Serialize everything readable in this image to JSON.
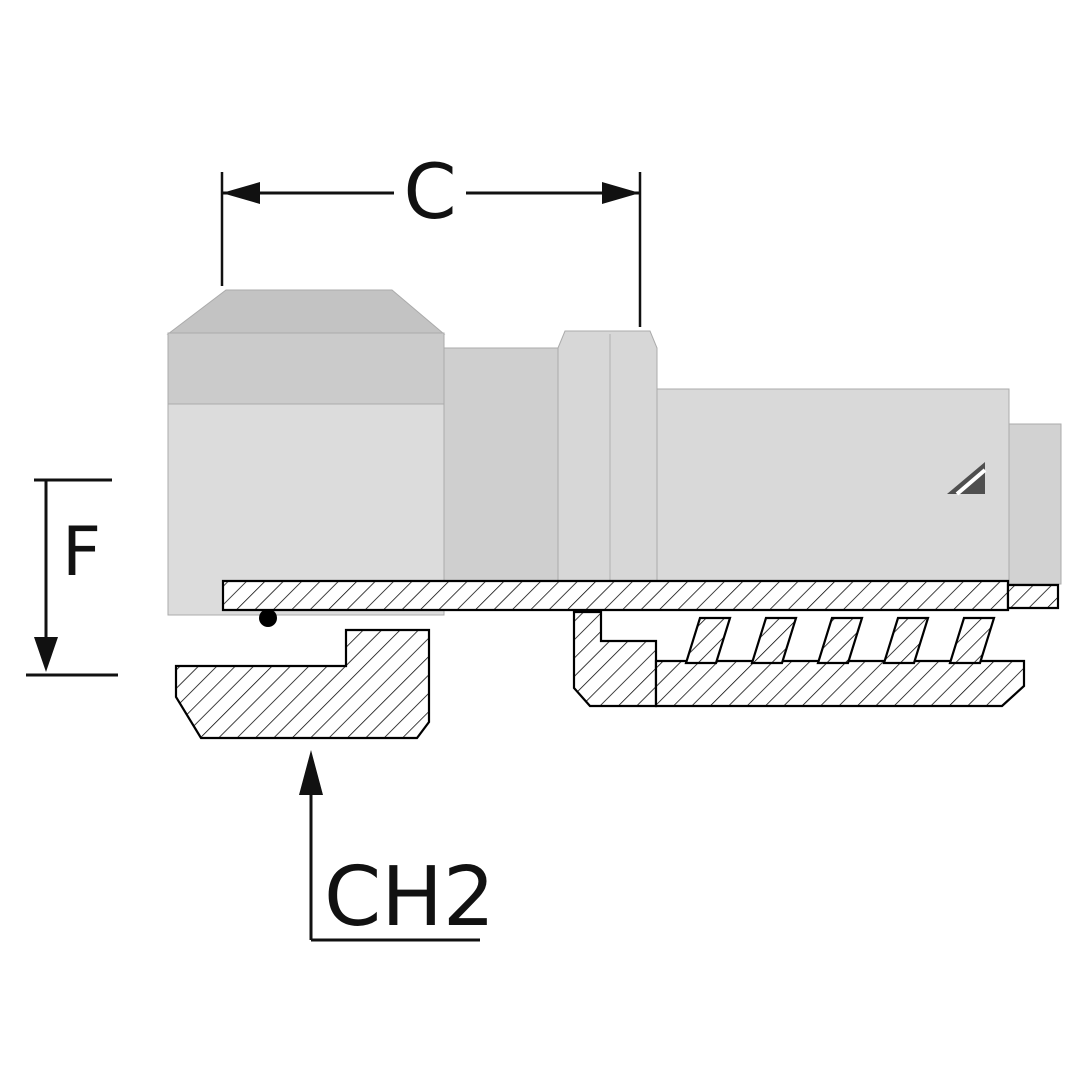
{
  "diagram": {
    "kind": "hydraulic-fitting-section-drawing",
    "dimension_labels": {
      "c": "C",
      "f": "F",
      "ch2": "CH2"
    },
    "colors": {
      "background": "#ffffff",
      "outline": "#000000",
      "dimension": "#111111",
      "body_light": "#dcdcdc",
      "body_mid": "#cfcfcf",
      "body_dark": "#c3c3c3",
      "o_ring": "#000000"
    },
    "icons": {
      "brand_logo": "triangle-brand-mark",
      "arrows": [
        "arrow-left-icon",
        "arrow-right-icon",
        "arrow-down-icon",
        "arrow-up-icon"
      ]
    }
  }
}
